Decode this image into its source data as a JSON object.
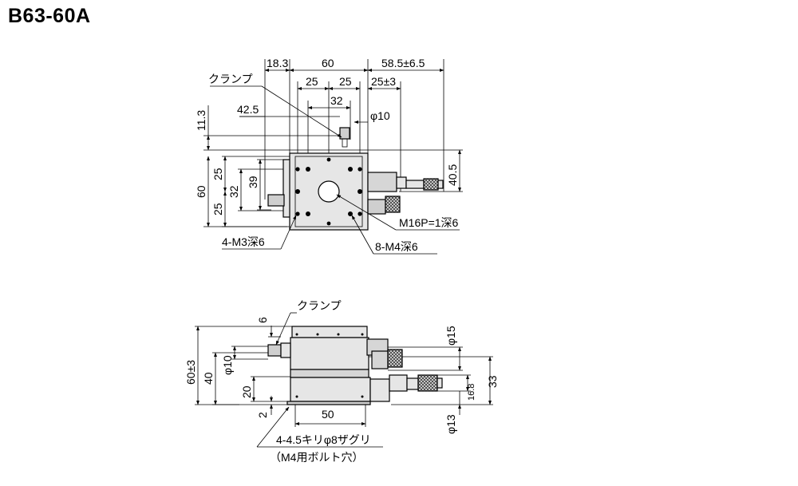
{
  "title": "B63-60A",
  "top_view": {
    "dims": {
      "d_18_3": "18.3",
      "d_60_top": "60",
      "d_58_5": "58.5±6.5",
      "d_25_a": "25",
      "d_25_b": "25",
      "d_25pm3": "25±3",
      "d_32_top": "32",
      "d_42_5": "42.5",
      "d_phi10": "φ10",
      "d_11_3": "11.3",
      "d_25_left_a": "25",
      "d_32_left": "32",
      "d_39": "39",
      "d_60_left": "60",
      "d_25_left_b": "25",
      "d_40_5": "40.5"
    },
    "labels": {
      "clamp": "クランプ",
      "m16": "M16P=1深6",
      "m3": "4-M3深6",
      "m4": "8-M4深6"
    }
  },
  "side_view": {
    "dims": {
      "d_6": "6",
      "d_60pm3": "60±3",
      "d_40": "40",
      "d_phi10": "φ10",
      "d_20": "20",
      "d_2": "2",
      "d_50": "50",
      "d_phi15": "φ15",
      "d_phi13": "φ13",
      "d_16_8": "16.8",
      "d_33": "33"
    },
    "labels": {
      "clamp": "クランプ",
      "bolt_hole": "4-4.5キリφ8ザグリ",
      "bolt_note": "（M4用ボルト穴）"
    }
  },
  "colors": {
    "body_fill": "#e6e6e6",
    "body_fill_dark": "#cfcfcf",
    "line": "#000000"
  }
}
